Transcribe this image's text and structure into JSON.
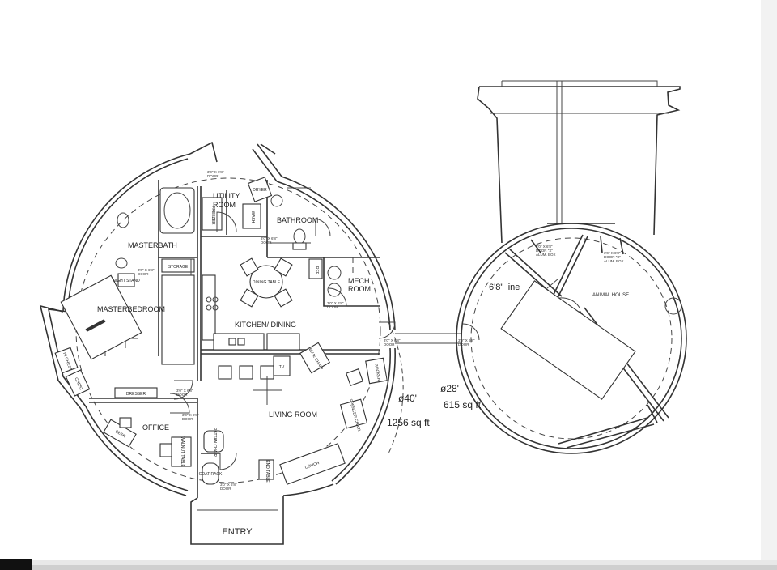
{
  "main_dome": {
    "rooms": {
      "utility_room": "UTILITY\nROOM",
      "bathroom": "BATHROOM",
      "masterbath": "MASTERBATH",
      "storage": "STORAGE",
      "masterbedroom": "MASTERBEDROOM",
      "kitchen_dining": "KITCHEN/ DINING",
      "mech_room": "MECH\nROOM",
      "living_room": "LIVING ROOM",
      "office": "OFFICE",
      "entry": "ENTRY"
    },
    "furniture": {
      "freezer": "FREEZER",
      "washer": "WASH",
      "dryer": "DRYER",
      "refrigerator": "REF",
      "night_stand": "NIGHT STAND",
      "dining_table": "DINING TABLE",
      "tv": "TV",
      "blue_chair": "BLUE CHAIR",
      "rocker": "ROCKER",
      "spencer_chair": "SPENCER CHAIR",
      "couch": "COUCH",
      "end_table": "END TABLE",
      "dresser": "DRESSER",
      "desk": "DESK",
      "walnut_table": "WALNUT TABLE",
      "rattan_chair": "RATTAN CHAIR",
      "coat_rack": "COAT RACK",
      "chest": "CHEST",
      "hi_chest": "HI CHEST"
    },
    "door_label": "3'0\" X 6'8\"\nDOOR",
    "diameter": "ø40'",
    "area": "1256 sq ft"
  },
  "small_dome": {
    "room": "ANIMAL HOUSE",
    "line_note": "6'8\" line",
    "door_label": "3'0\" X 6'8\"\nDOOR \"X\"\nALUM. BOX",
    "diameter": "ø28'",
    "area": "615 sq ft"
  }
}
